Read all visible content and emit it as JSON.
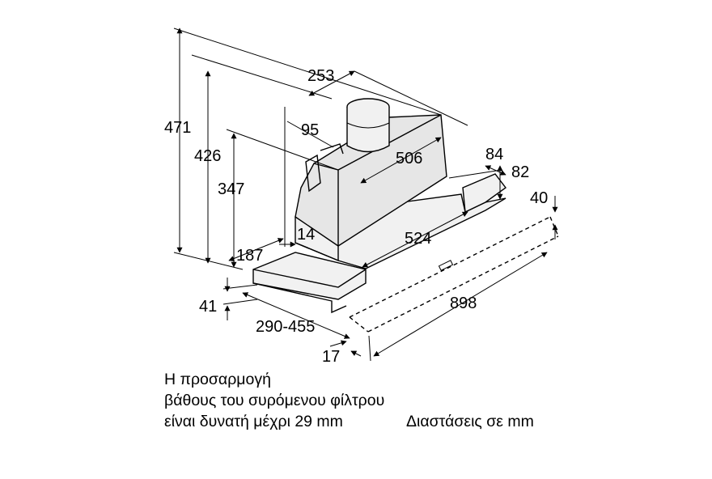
{
  "dimensions": {
    "d471": "471",
    "d426": "426",
    "d347": "347",
    "d253": "253",
    "d95": "95",
    "d506": "506",
    "d84": "84",
    "d82": "82",
    "d40": "40",
    "d524": "524",
    "d14": "14",
    "d187": "187",
    "d41": "41",
    "d290_455": "290-455",
    "d898": "898",
    "d17": "17"
  },
  "notes": {
    "line1": "Η προσαρμογή",
    "line2": "βάθους του συρόμενου φίλτρου",
    "line3": "είναι δυνατή μέχρι 29 mm",
    "units": "Διαστάσεις σε mm"
  },
  "colors": {
    "line": "#000000",
    "body_fill": "#e6e6e6",
    "light_fill": "#f1f1f1"
  }
}
